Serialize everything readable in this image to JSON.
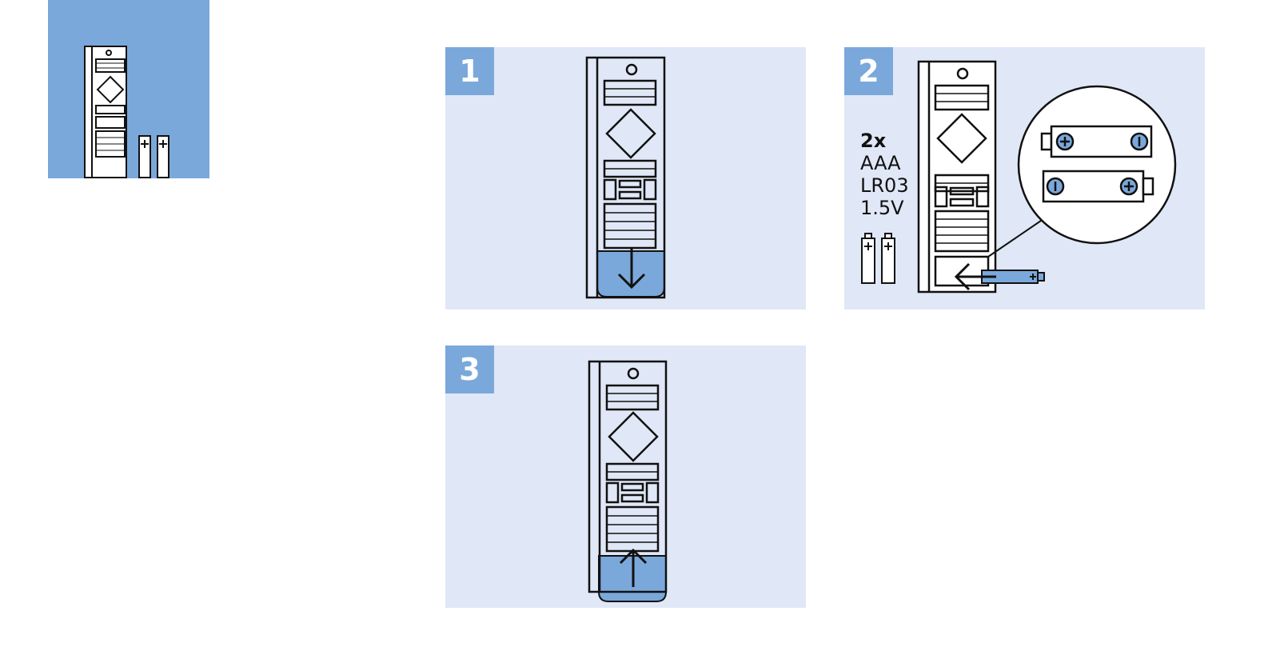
{
  "steps": [
    {
      "number": "1"
    },
    {
      "number": "2"
    },
    {
      "number": "3"
    }
  ],
  "battery_spec": {
    "quantity": "2x",
    "type": "AAA",
    "iec": "LR03",
    "voltage": "1.5V"
  },
  "colors": {
    "accent": "#7aa8db",
    "panel_bg": "#e0e7f6",
    "line": "#111111"
  }
}
